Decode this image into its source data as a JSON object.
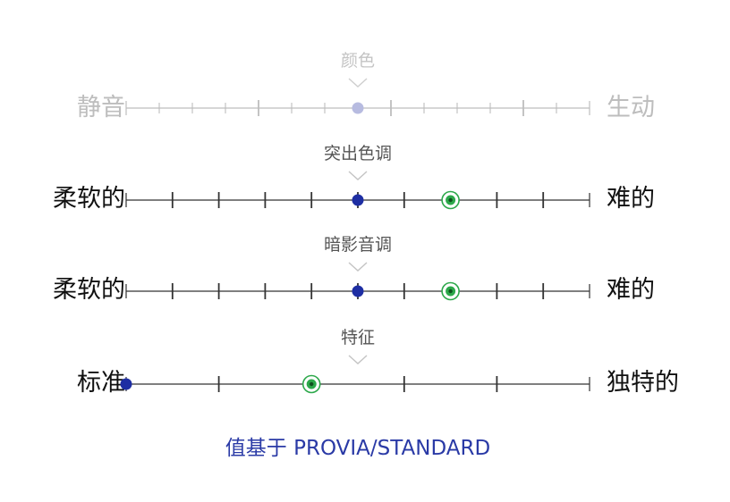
{
  "colors": {
    "accent": "#1e2ea3",
    "accent_disabled": "#b7bbe0",
    "highlight": "#2ca84a",
    "track": "#333333",
    "track_disabled": "#bdbdbd"
  },
  "sliders": [
    {
      "title": "颜色",
      "left_label": "静音",
      "right_label": "生动",
      "disabled": true,
      "steps": 15,
      "major_every": 4,
      "default_index": 7,
      "current_index": 7
    },
    {
      "title": "突出色调",
      "left_label": "柔软的",
      "right_label": "难的",
      "disabled": false,
      "steps": 11,
      "major_every": 1,
      "default_index": 5,
      "current_index": 7
    },
    {
      "title": "暗影音调",
      "left_label": "柔软的",
      "right_label": "难的",
      "disabled": false,
      "steps": 11,
      "major_every": 1,
      "default_index": 5,
      "current_index": 7
    },
    {
      "title": "特征",
      "left_label": "标准",
      "right_label": "独特的",
      "disabled": false,
      "steps": 6,
      "major_every": 1,
      "default_index": 0,
      "current_index": 2
    }
  ],
  "footer": {
    "note": "值基于 PROVIA/STANDARD"
  }
}
